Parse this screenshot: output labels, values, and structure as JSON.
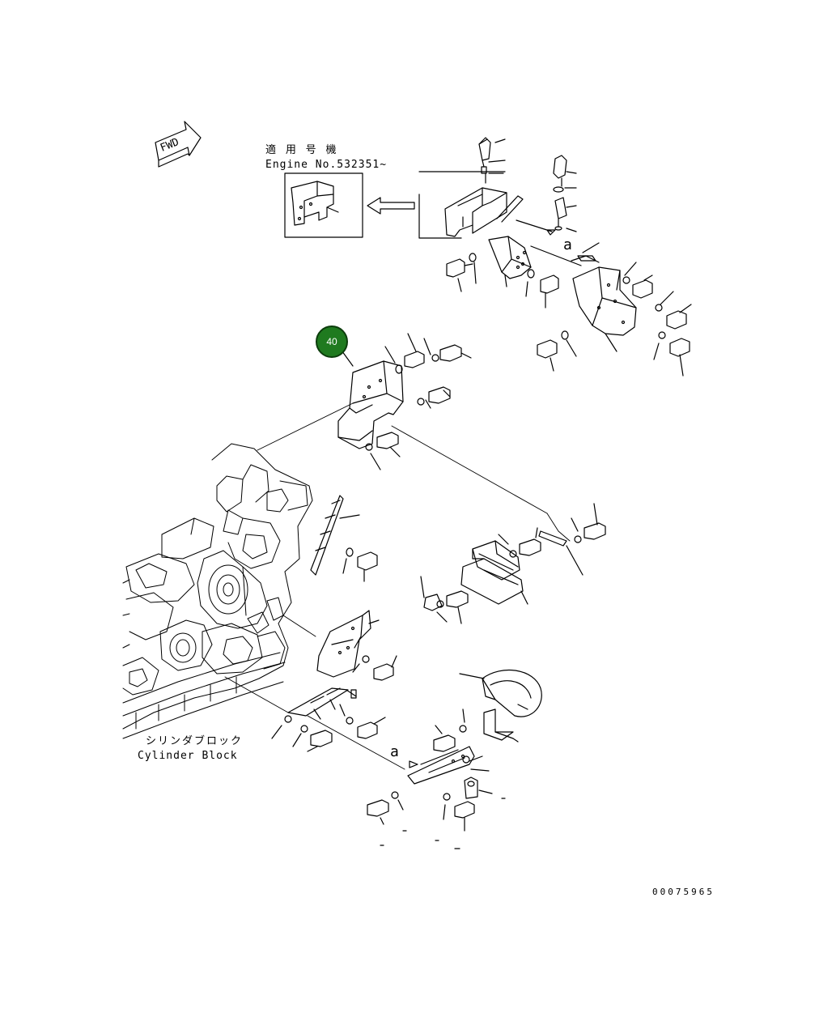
{
  "fwd_label": "FWD",
  "applicable_title": "適 用 号 機",
  "applicable_engine": "Engine No.532351~",
  "callout": {
    "number": "40",
    "color": "#1f7a1f"
  },
  "detail_marker": "a",
  "cylinder_block_jp": "シリンダブロック",
  "cylinder_block_en": "Cylinder Block",
  "drawing_number": "00075965"
}
